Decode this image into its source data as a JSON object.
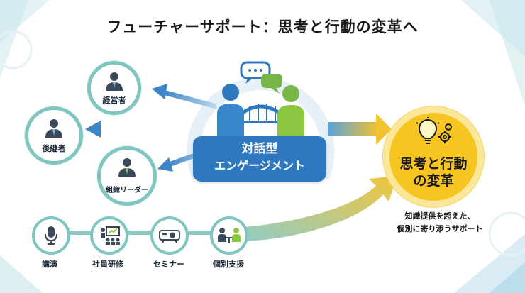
{
  "title": "フューチャーサポート：思考と行動の変革へ",
  "roles": [
    {
      "label": "経営者"
    },
    {
      "label": "後継者"
    },
    {
      "label": "組織リーダー"
    }
  ],
  "engagement": {
    "line1": "対話型",
    "line2": "エンゲージメント"
  },
  "goal": {
    "line1": "思考と行動",
    "line2": "の変革"
  },
  "goal_caption": {
    "line1": "知識提供を超えた、",
    "line2": "個別に寄り添うサポート"
  },
  "methods": [
    {
      "label": "講演",
      "icon": "microphone-icon"
    },
    {
      "label": "社員研修",
      "icon": "training-icon"
    },
    {
      "label": "セミナー",
      "icon": "projector-icon"
    },
    {
      "label": "個別支援",
      "icon": "consultation-icon"
    }
  ],
  "colors": {
    "teal": "#7fc6c0",
    "blue": "#2f78bf",
    "yellow": "#f7c51f",
    "green": "#8dc63f"
  }
}
